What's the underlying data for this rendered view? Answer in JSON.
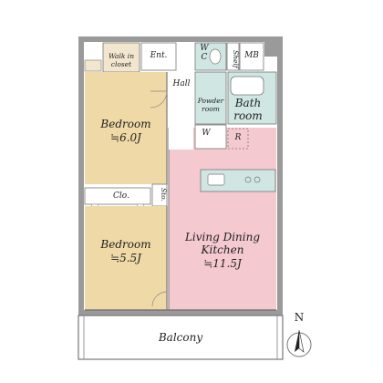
{
  "rooms": {
    "walk_in_closet": "Walk in\ncloset",
    "entrance": "Ent.",
    "wc": "W\nC",
    "shelf": "Shelf",
    "mb": "MB",
    "hall": "Hall",
    "powder_room": "Powder\nroom",
    "bath_room": "Bath\nroom",
    "washer": "W",
    "refrigerator": "R",
    "bedroom1_name": "Bedroom",
    "bedroom1_size": "≒6.0J",
    "closet": "Clo.",
    "storage": "Sto.",
    "bedroom2_name": "Bedroom",
    "bedroom2_size": "≒5.5J",
    "ldk_line1": "Living Dining",
    "ldk_line2": "Kitchen",
    "ldk_size": "≒11.5J",
    "balcony": "Balcony"
  },
  "compass": {
    "north_label": "N"
  },
  "colors": {
    "bedroom_fill": "#efd9a6",
    "ldk_fill": "#f4c9d0",
    "wet_area_fill": "#cfe6e2",
    "closet_fill": "#f2e6cf",
    "wall": "#888888",
    "outline": "#777777"
  }
}
